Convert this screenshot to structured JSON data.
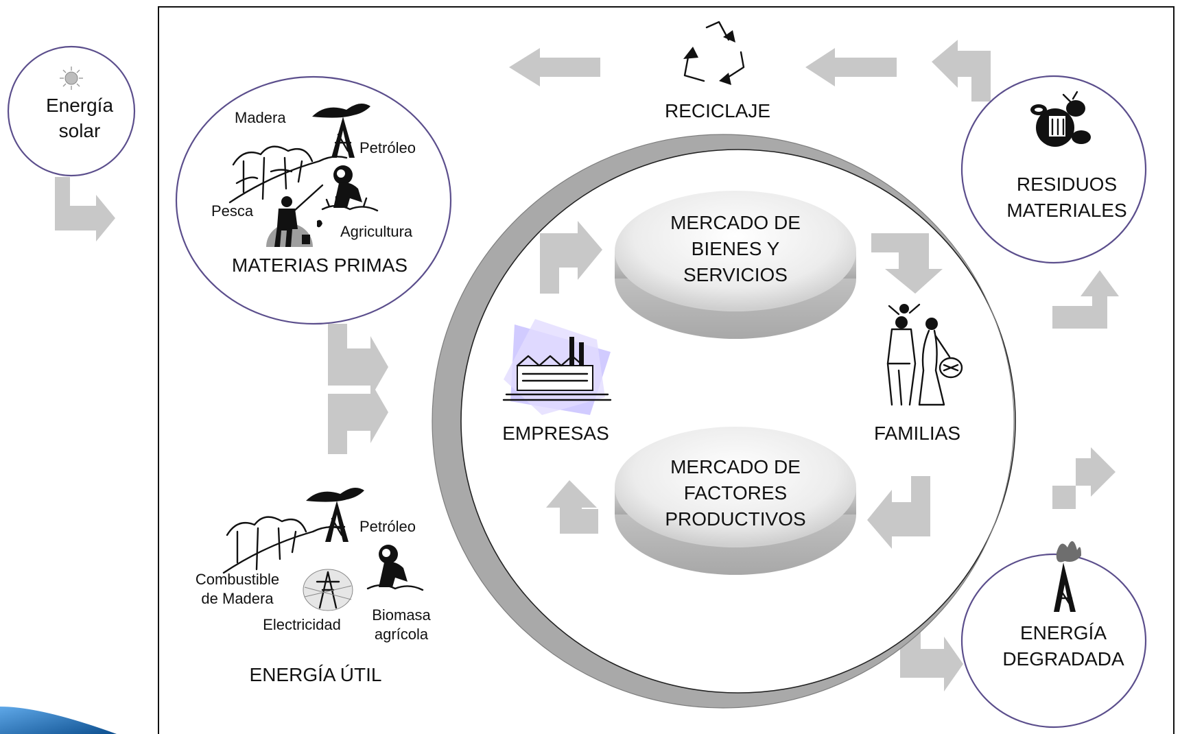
{
  "sun": {
    "label_line1": "Energía",
    "label_line2": "solar"
  },
  "materias_primas": {
    "title": "MATERIAS PRIMAS",
    "items": [
      "Madera",
      "Petróleo",
      "Pesca",
      "Agricultura"
    ]
  },
  "reciclaje": {
    "label": "RECICLAJE"
  },
  "residuos": {
    "label_line1": "RESIDUOS",
    "label_line2": "MATERIALES"
  },
  "mercado_bienes": {
    "line1": "MERCADO DE",
    "line2": "BIENES Y",
    "line3": "SERVICIOS"
  },
  "mercado_factores": {
    "line1": "MERCADO DE",
    "line2": "FACTORES",
    "line3": "PRODUCTIVOS"
  },
  "empresas": {
    "label": "EMPRESAS"
  },
  "familias": {
    "label": "FAMILIAS"
  },
  "energia_util": {
    "title": "ENERGÍA ÚTIL",
    "petroleo": "Petróleo",
    "combustible_line1": "Combustible",
    "combustible_line2": "de Madera",
    "electricidad": "Electricidad",
    "biomasa_line1": "Biomasa",
    "biomasa_line2": "agrícola"
  },
  "energia_degradada": {
    "label_line1": "ENERGÍA",
    "label_line2": "DEGRADADA"
  },
  "colors": {
    "arrow": "#c8c8c8",
    "circle_border": "#5b4e8c",
    "ring": "#a9a9a9",
    "corner_accent": "#1f6fb5"
  }
}
